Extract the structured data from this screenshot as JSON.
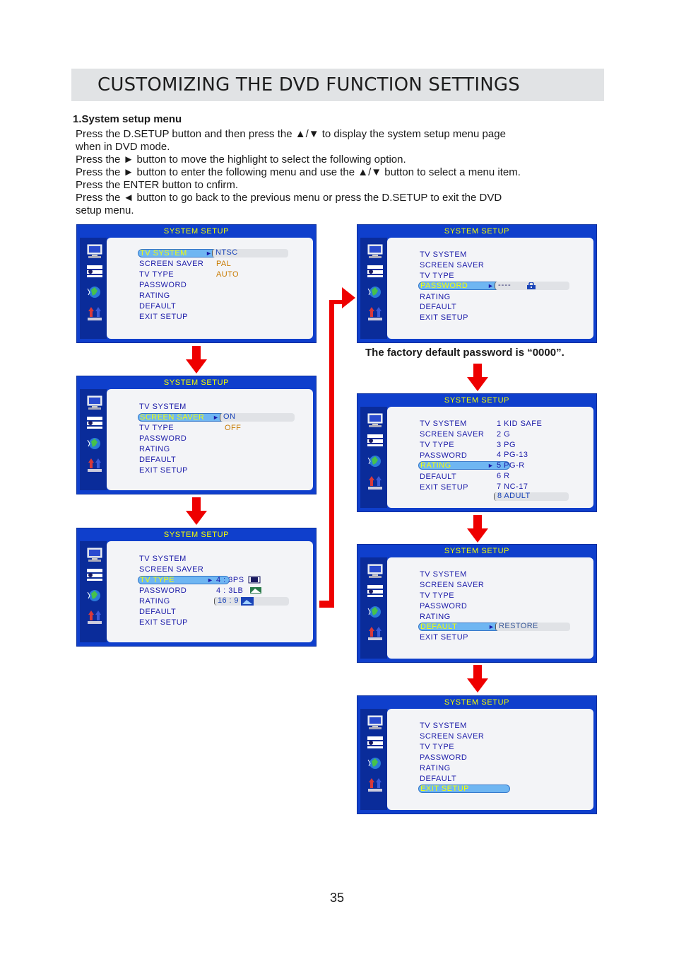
{
  "page_title": "CUSTOMIZING THE DVD FUNCTION SETTINGS",
  "section_heading": "1.System setup menu",
  "instructions": [
    "Press the D.SETUP button and then press the ▲/▼ to display the system setup menu page",
    "when in DVD mode.",
    "Press the ► button to move the highlight to select the following option.",
    "Press the ► button to enter the following menu and use the ▲/▼ button to select a menu item.",
    "Press the ENTER button to cnfirm.",
    "Press the ◄ button to go back to the previous menu or press the D.SETUP to exit the DVD",
    "setup menu."
  ],
  "menu_title": "SYSTEM  SETUP",
  "menu_items": [
    "TV  SYSTEM",
    "SCREEN  SAVER",
    "TV  TYPE",
    "PASSWORD",
    "RATING",
    "DEFAULT",
    "EXIT  SETUP"
  ],
  "panels": {
    "tv_system": {
      "options": [
        "NTSC",
        "PAL",
        "AUTO"
      ]
    },
    "screen_saver": {
      "options": [
        "ON",
        "OFF"
      ]
    },
    "tv_type": {
      "options": [
        "4 : 3PS",
        "4 : 3LB",
        "16 : 9"
      ]
    },
    "password": {
      "value": "----"
    },
    "rating": {
      "options": [
        "1  KID  SAFE",
        "2  G",
        "3  PG",
        "4  PG-13",
        "5  PG-R",
        "6  R",
        "7  NC-17",
        "8  ADULT"
      ]
    },
    "default": {
      "options": [
        "RESTORE"
      ]
    }
  },
  "caption": "The factory default password is “0000”.",
  "page_number": "35",
  "colors": {
    "menu_blue": "#0f3fcc",
    "highlight": "#6fb6f2",
    "menu_text": "#1a1aa8",
    "title_yellow": "#f6ff00",
    "arrow_red": "#ee0000"
  },
  "icons": [
    "pc-monitor-icon",
    "audio-settings-icon",
    "language-globe-icon",
    "preference-icon",
    "down-arrow-icon",
    "lock-icon"
  ]
}
